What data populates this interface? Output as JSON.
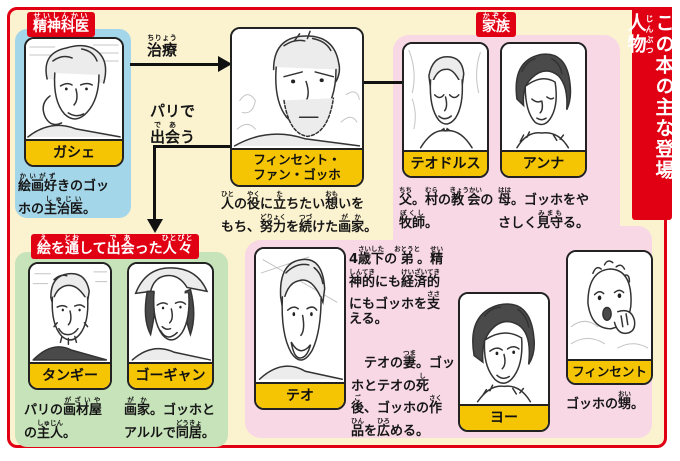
{
  "colors": {
    "frame_red": "#e10013",
    "cream_bg": "#fbf2cf",
    "family_pink": "#f7d8e4",
    "friends_green": "#c6e3b9",
    "doctor_blue": "#a4d6e9",
    "name_yellow": "#f5c402"
  },
  "banner": {
    "title_ruby": [
      [
        "この"
      ],
      [
        "本",
        "ほん"
      ],
      [
        "の"
      ],
      [
        "主",
        "おも"
      ],
      [
        "な"
      ],
      [
        "登場",
        "とうじょう"
      ],
      [
        "人物",
        "じんぶつ"
      ]
    ]
  },
  "groups": {
    "psychiatrist": {
      "label_ruby": [
        [
          "精神科医",
          "せいしんかい"
        ]
      ]
    },
    "family": {
      "label_ruby": [
        [
          "家族",
          "かぞく"
        ]
      ]
    },
    "art_friends": {
      "label_ruby": [
        [
          "絵",
          "え"
        ],
        [
          "を"
        ],
        [
          "通",
          "とお"
        ],
        [
          "して"
        ],
        [
          "出会",
          "であ"
        ],
        [
          "った"
        ],
        [
          "人々",
          "ひとびと"
        ]
      ]
    }
  },
  "connectors": {
    "treatment_ruby": [
      [
        "治療",
        "ちりょう"
      ]
    ],
    "paris_line1": [
      [
        "パリで"
      ]
    ],
    "paris_line2": [
      [
        "出会",
        "であ"
      ],
      [
        "う"
      ]
    ]
  },
  "characters": {
    "gachet": {
      "name": "ガシェ",
      "desc_lines": [
        [
          [
            "絵画好",
            "かいがず"
          ],
          [
            "きのゴッ"
          ]
        ],
        [
          [
            "ホの"
          ],
          [
            "主治医",
            "しゅじい"
          ],
          [
            "。"
          ]
        ]
      ]
    },
    "vincent": {
      "name_line1": "フィンセント・",
      "name_line2": "ファン・ゴッホ",
      "desc_lines": [
        [
          [
            "人",
            "ひと"
          ],
          [
            "の"
          ],
          [
            "役",
            "やく"
          ],
          [
            "に"
          ],
          [
            "立",
            "た"
          ],
          [
            "ちたい"
          ],
          [
            "想",
            "おも"
          ],
          [
            "いを"
          ]
        ],
        [
          [
            "もち、"
          ],
          [
            "努力",
            "どりょく"
          ],
          [
            "を"
          ],
          [
            "続",
            "つづ"
          ],
          [
            "けた"
          ],
          [
            "画家",
            "がか"
          ],
          [
            "。"
          ]
        ]
      ]
    },
    "theodorus": {
      "name": "テオドルス",
      "desc_lines": [
        [
          [
            "父",
            "ちち"
          ],
          [
            "。"
          ],
          [
            "村",
            "むら"
          ],
          [
            "の"
          ],
          [
            "教会",
            "きょうかい"
          ],
          [
            "の"
          ]
        ],
        [
          [
            "牧師",
            "ぼくし"
          ],
          [
            "。"
          ]
        ]
      ]
    },
    "anna": {
      "name": "アンナ",
      "desc_lines": [
        [
          [
            "母",
            "はは"
          ],
          [
            "。ゴッホをや"
          ]
        ],
        [
          [
            "さしく"
          ],
          [
            "見守",
            "みまも"
          ],
          [
            "る。"
          ]
        ]
      ]
    },
    "tanguy": {
      "name": "タンギー",
      "desc_lines": [
        [
          [
            "パリの"
          ],
          [
            "画材屋",
            "がざいや"
          ]
        ],
        [
          [
            "の"
          ],
          [
            "主人",
            "しゅじん"
          ],
          [
            "。"
          ]
        ]
      ]
    },
    "gauguin": {
      "name": "ゴーギャン",
      "desc_lines": [
        [
          [
            "画家",
            "がか"
          ],
          [
            "。ゴッホと"
          ]
        ],
        [
          [
            "アルルで"
          ],
          [
            "同居",
            "どうきょ"
          ],
          [
            "。"
          ]
        ]
      ]
    },
    "theo": {
      "name": "テオ",
      "desc_lines": [
        [
          [
            "4"
          ],
          [
            "歳下",
            "さいした"
          ],
          [
            "の"
          ],
          [
            "弟",
            "おとうと"
          ],
          [
            "。"
          ],
          [
            "精",
            "せい"
          ]
        ],
        [
          [
            "神的",
            "しんてき"
          ],
          [
            "にも"
          ],
          [
            "経済的",
            "けいざいてき"
          ]
        ],
        [
          [
            "にもゴッホを"
          ],
          [
            "支",
            "ささ"
          ]
        ],
        [
          [
            "える。"
          ]
        ]
      ]
    },
    "jo": {
      "name": "ヨー",
      "desc_lines": [
        [
          [
            "　テオの"
          ],
          [
            "妻",
            "つま"
          ],
          [
            "。ゴッ"
          ]
        ],
        [
          [
            "ホとテオの"
          ],
          [
            "死",
            "し"
          ]
        ],
        [
          [
            "後",
            "ご"
          ],
          [
            "、ゴッホの"
          ],
          [
            "作",
            "さく"
          ]
        ],
        [
          [
            "品",
            "ひん"
          ],
          [
            "を"
          ],
          [
            "広",
            "ひろ"
          ],
          [
            "める。"
          ]
        ]
      ]
    },
    "baby_vincent": {
      "name": "フィンセント",
      "desc_lines": [
        [
          [
            "ゴッホの"
          ],
          [
            "甥",
            "おい"
          ],
          [
            "。"
          ]
        ]
      ]
    }
  }
}
